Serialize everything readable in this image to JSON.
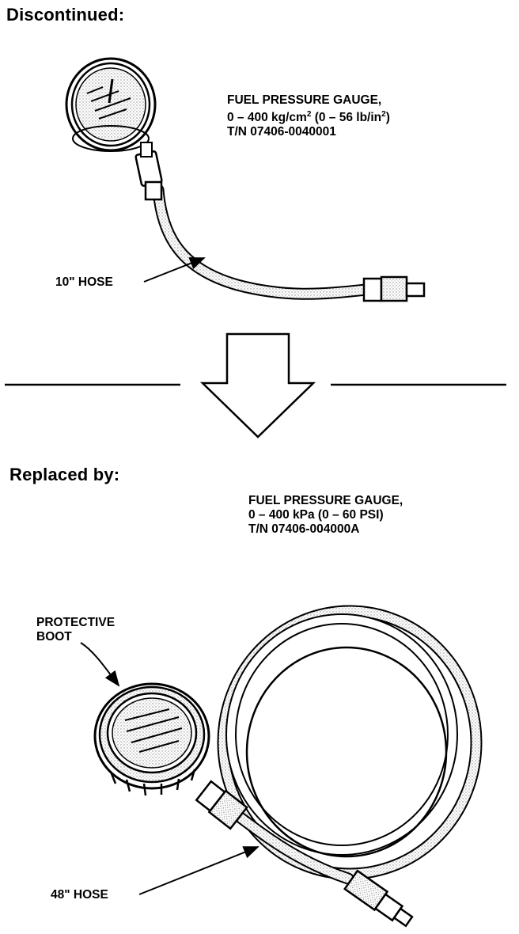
{
  "discontinued": {
    "heading": "Discontinued:",
    "gauge": {
      "name_line": "FUEL PRESSURE GAUGE,",
      "range_prefix": "0 – 400 kg/cm",
      "range_sup1": "2",
      "range_middle": " (0 – 56 lb/in",
      "range_sup2": "2",
      "range_suffix": ")",
      "part_number": "T/N 07406-0040001"
    },
    "hose_label": "10\" HOSE"
  },
  "replaced": {
    "heading": "Replaced by:",
    "gauge": {
      "name_line": "FUEL PRESSURE GAUGE,",
      "range_line": "0 – 400 kPa (0 – 60 PSI)",
      "part_number": "T/N  07406-004000A"
    },
    "boot_label_line1": "PROTECTIVE",
    "boot_label_line2": "BOOT",
    "hose_label": "48\" HOSE"
  },
  "colors": {
    "ink": "#000000",
    "paper": "#ffffff",
    "shade": "#c8c8c8"
  },
  "icons": [
    "down-arrow-icon",
    "old-gauge-illustration",
    "new-gauge-illustration"
  ]
}
